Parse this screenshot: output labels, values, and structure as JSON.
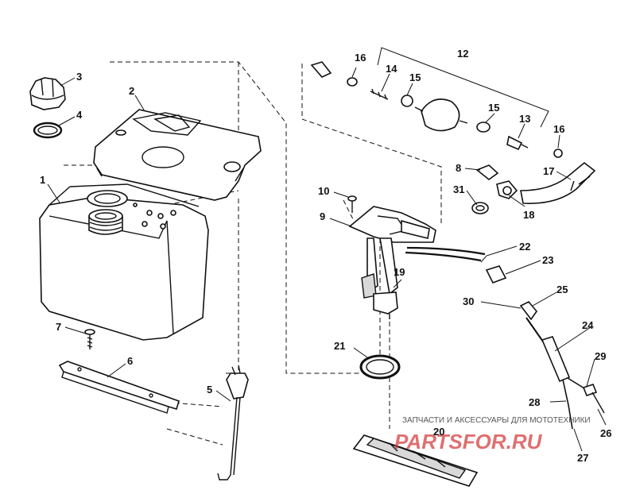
{
  "callouts": {
    "c1": "1",
    "c2": "2",
    "c3": "3",
    "c4": "4",
    "c5": "5",
    "c6": "6",
    "c7": "7",
    "c8": "8",
    "c9": "9",
    "c10": "10",
    "c12": "12",
    "c13": "13",
    "c14": "14",
    "c15a": "15",
    "c15b": "15",
    "c16a": "16",
    "c16b": "16",
    "c17": "17",
    "c18": "18",
    "c19": "19",
    "c20": "20",
    "c21": "21",
    "c22": "22",
    "c23": "23",
    "c24": "24",
    "c25": "25",
    "c26": "26",
    "c27": "27",
    "c28": "28",
    "c29": "29",
    "c30": "30",
    "c31": "31"
  },
  "watermark": {
    "tagline": "ЗАПЧАСТИ И АКСЕССУАРЫ ДЛЯ МОТОТЕХНИКИ",
    "logo": "PARTSFOR.RU"
  },
  "colors": {
    "ink": "#111111",
    "watermark_logo": "#d33a3a",
    "watermark_text": "#555555"
  }
}
